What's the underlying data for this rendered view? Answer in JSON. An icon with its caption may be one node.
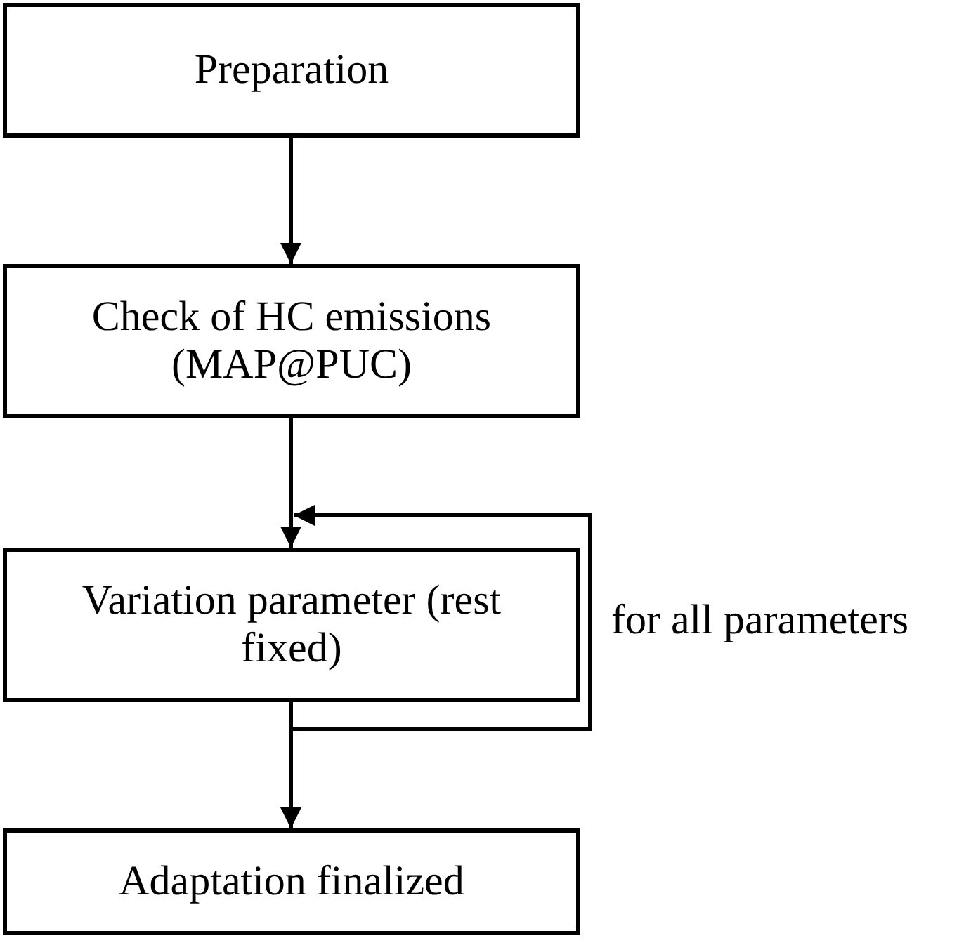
{
  "diagram": {
    "nodes": [
      {
        "text": [
          "Preparation"
        ]
      },
      {
        "text": [
          "Check of HC emissions (MAP@PUC)"
        ]
      },
      {
        "text": [
          "Variation parameter (rest fixed)"
        ]
      },
      {
        "text": [
          "Adaptation finalized"
        ]
      }
    ],
    "edges": [
      {
        "from": 0,
        "to": 1,
        "arrow": "to"
      },
      {
        "from": 1,
        "to": 2,
        "arrow": "to"
      },
      {
        "from": 2,
        "to": 3,
        "arrow": "to"
      },
      {
        "from": 2,
        "to": 2,
        "arrow": "to",
        "label": "for all parameters"
      }
    ]
  }
}
